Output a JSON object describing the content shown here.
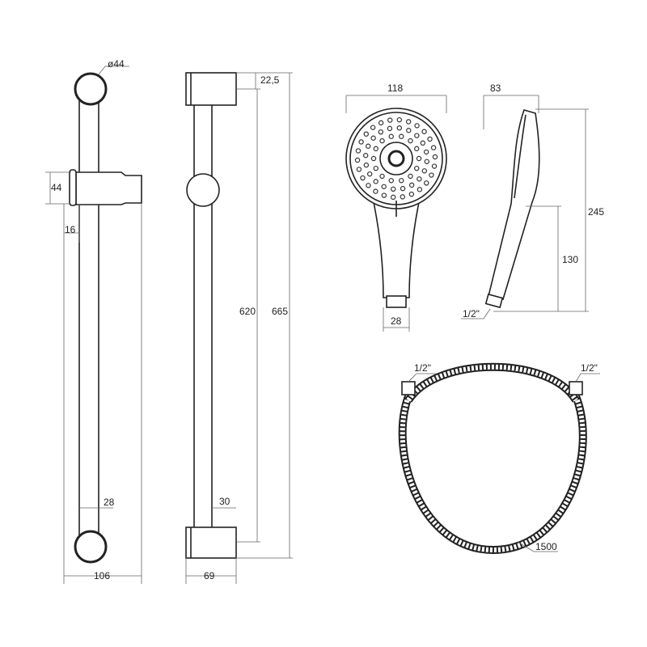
{
  "colors": {
    "line": "#222222",
    "dimension": "#666666",
    "background": "#ffffff"
  },
  "slide_bar_front": {
    "circle_diameter": "ø44",
    "slider_height": "44",
    "offset": "16",
    "pipe_diameter": "28",
    "width": "106"
  },
  "slide_bar_side": {
    "bracket_height": "22,5",
    "pipe_length": "620",
    "total_length": "665",
    "pipe_width": "30",
    "depth": "69"
  },
  "hand_shower_front": {
    "head_diameter": "118",
    "connector_width": "28"
  },
  "hand_shower_side": {
    "depth": "83",
    "total_length": "245",
    "handle_length": "130",
    "thread": "1/2\""
  },
  "hose": {
    "thread_left": "1/2\"",
    "thread_right": "1/2\"",
    "length": "1500"
  }
}
